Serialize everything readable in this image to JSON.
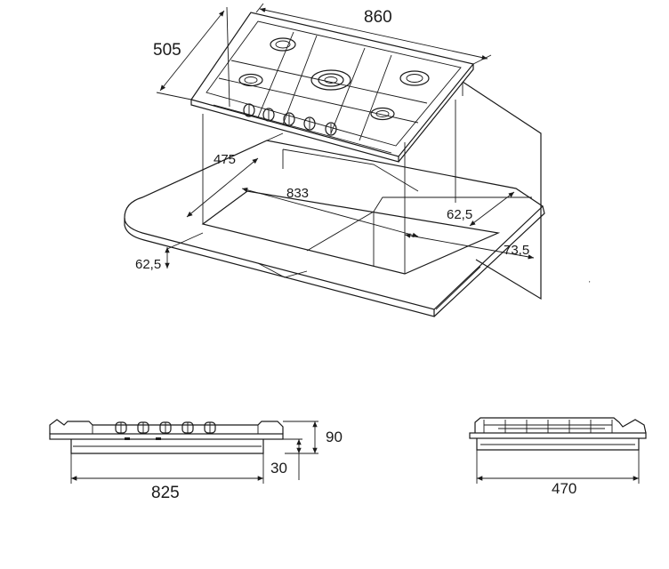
{
  "top_view": {
    "width": "860",
    "depth": "505",
    "cutout_depth": "475",
    "cutout_width": "833",
    "margin_right": "62,5",
    "margin_front": "62,5",
    "margin_side": "73,5"
  },
  "front_view": {
    "width": "825",
    "total_height": "90",
    "body_height": "30"
  },
  "side_view": {
    "depth": "470"
  }
}
